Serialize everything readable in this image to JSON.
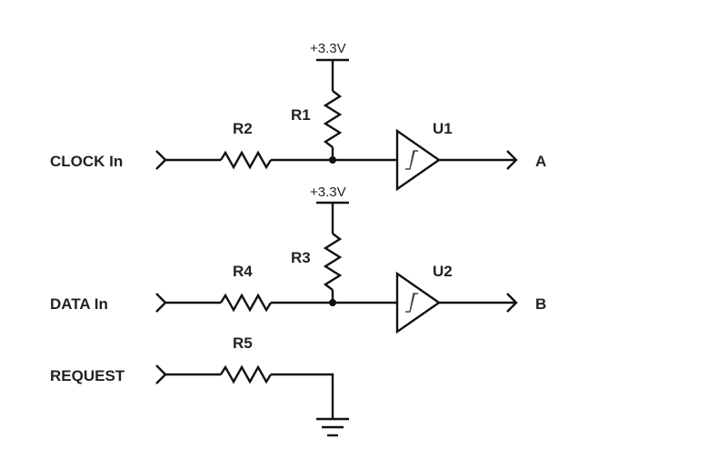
{
  "diagram": {
    "type": "circuit-schematic",
    "colors": {
      "stroke": "#111111",
      "text": "#222222",
      "background": "#ffffff"
    },
    "channels": [
      {
        "input_label": "CLOCK In",
        "series_resistor": "R2",
        "pullup_resistor": "R1",
        "pullup_supply": "+3.3V",
        "buffer": "U1",
        "buffer_type": "schmitt-trigger-buffer",
        "output_label": "A"
      },
      {
        "input_label": "DATA In",
        "series_resistor": "R4",
        "pullup_resistor": "R3",
        "pullup_supply": "+3.3V",
        "buffer": "U2",
        "buffer_type": "schmitt-trigger-buffer",
        "output_label": "B"
      },
      {
        "input_label": "REQUEST",
        "series_resistor": "R5",
        "termination": "ground"
      }
    ]
  }
}
